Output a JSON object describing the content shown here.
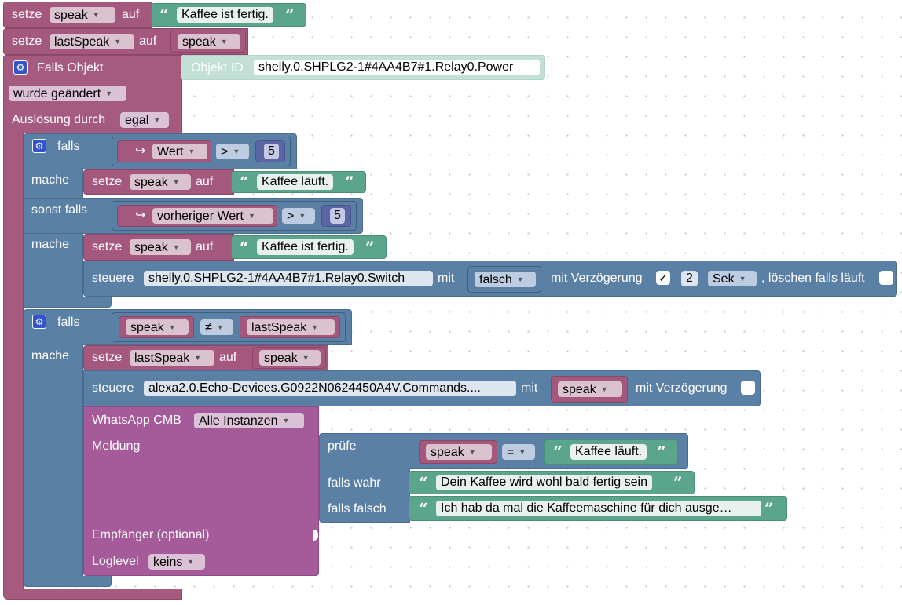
{
  "top": {
    "setze_label": "setze",
    "var_speak": "speak",
    "auf_label": "auf",
    "text_kaffee_fertig": "Kaffee ist fertig.",
    "var_lastSpeak": "lastSpeak"
  },
  "trigger": {
    "title": "Falls Objekt",
    "objekt_id_label": "Objekt ID",
    "objekt_id_value": "shelly.0.SHPLG2-1#4AA4B7#1.Relay0.Power",
    "change_mode": "wurde geändert",
    "ausloesung_label": "Auslösung durch",
    "ausloesung_value": "egal"
  },
  "if1": {
    "falls_label": "falls",
    "cond_var": "Wert",
    "cond_op": ">",
    "cond_num": "5",
    "mache_label": "mache",
    "then_setze": "setze",
    "then_var": "speak",
    "then_auf": "auf",
    "then_text": "Kaffee läuft.",
    "sonst_falls_label": "sonst falls",
    "elif_var": "vorheriger Wert",
    "elif_op": ">",
    "elif_num": "5",
    "mache2_label": "mache",
    "elif_setze": "setze",
    "elif_var2": "speak",
    "elif_auf": "auf",
    "elif_text": "Kaffee ist fertig.",
    "steuere_label": "steuere",
    "steuere_object": "shelly.0.SHPLG2-1#4AA4B7#1.Relay0.Switch",
    "mit_label": "mit",
    "steuere_value": "falsch",
    "delay_label": "mit Verzögerung",
    "delay_checked": "✓",
    "delay_amount": "2",
    "delay_unit": "Sek",
    "clear_label": ", löschen falls läuft"
  },
  "if2": {
    "falls_label": "falls",
    "cond_left": "speak",
    "cond_op": "≠",
    "cond_right": "lastSpeak",
    "mache_label": "mache",
    "setze_label": "setze",
    "setze_var": "lastSpeak",
    "auf_label": "auf",
    "setze_value": "speak",
    "steuere_label": "steuere",
    "steuere_object": "alexa2.0.Echo-Devices.G0922N0624450A4V.Commands....",
    "mit_label": "mit",
    "steuere_value": "speak",
    "delay_label": "mit Verzögerung"
  },
  "whatsapp": {
    "title": "WhatsApp CMB",
    "instance": "Alle Instanzen",
    "meldung_label": "Meldung",
    "pruefe_label": "prüfe",
    "pruefe_var": "speak",
    "pruefe_op": "=",
    "pruefe_text": "Kaffee läuft.",
    "falls_wahr_label": "falls wahr",
    "falls_wahr_text": "Dein Kaffee wird wohl bald fertig sein",
    "falls_falsch_label": "falls falsch",
    "falls_falsch_text": "Ich hab da mal die Kaffeemaschine für dich ausge…",
    "empfaenger_label": "Empfänger (optional)",
    "loglevel_label": "Loglevel",
    "loglevel_value": "keins"
  },
  "colors": {
    "variable": "#a5587d",
    "text": "#5ba58c",
    "logic": "#5b80a5",
    "math": "#5b67a5",
    "trigger": "#a55b80",
    "message": "#a55b99"
  }
}
